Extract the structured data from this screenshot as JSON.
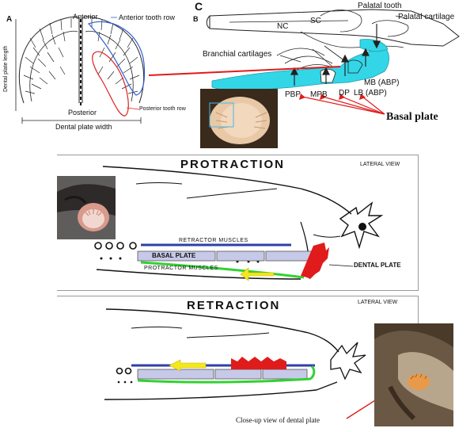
{
  "panelA": {
    "letter": "A",
    "anterior": "Anterior",
    "anterior_tooth_row": "Anterior tooth row",
    "posterior": "Posterior",
    "posterior_tooth_row": "Posterior tooth row",
    "length_axis": "Dental plate length",
    "width_axis": "Dental plate width"
  },
  "panelB": {
    "letter": "B",
    "nc": "NC",
    "sc": "SC",
    "branchial": "Branchial cartilages",
    "palatal_tooth": "Palatal tooth",
    "palatal_cartilage": "Palatal cartilage",
    "mb": "MB (ABP)",
    "lb": "LB (ABP)",
    "pbp": "PBP",
    "mpb": "MPB",
    "dp": "DP",
    "basal_plate": "Basal plate"
  },
  "panelC": {
    "letter": "C"
  },
  "protraction": {
    "title": "PROTRACTION",
    "view": "LATERAL VIEW",
    "retractor": "RETRACTOR MUSCLES",
    "basal": "BASAL PLATE",
    "protractor": "PROTRACTOR MUSCLES",
    "dental": "DENTAL PLATE"
  },
  "retraction": {
    "title": "RETRACTION",
    "view": "LATERAL VIEW"
  },
  "closeup": "Close-up view of dental plate",
  "colors": {
    "cyan": "#33d6e6",
    "red": "#e01b1b",
    "blue": "#2d3fa8",
    "green": "#32d132",
    "yellow": "#f4e81c",
    "plate": "#c7c9e8"
  }
}
